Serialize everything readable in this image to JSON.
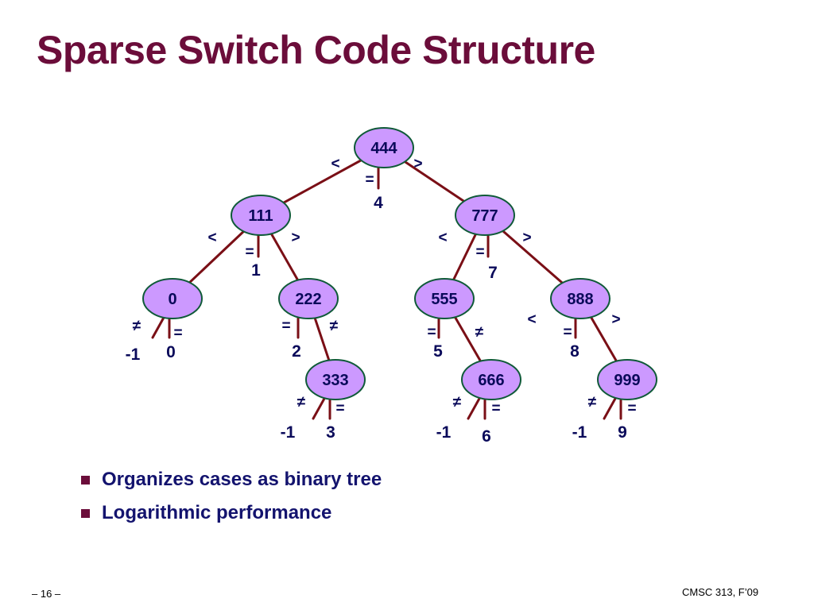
{
  "title": "Sparse Switch Code Structure",
  "colors": {
    "title": "#6b0d3a",
    "node_fill": "#cc99ff",
    "node_stroke": "#0f5a38",
    "edge": "#7a0f16",
    "text": "#0a0a5a",
    "bullet": "#6b0d3a"
  },
  "tree": {
    "nodes": [
      {
        "id": "n444",
        "label": "444"
      },
      {
        "id": "n111",
        "label": "111"
      },
      {
        "id": "n777",
        "label": "777"
      },
      {
        "id": "n0",
        "label": "0"
      },
      {
        "id": "n222",
        "label": "222"
      },
      {
        "id": "n555",
        "label": "555"
      },
      {
        "id": "n888",
        "label": "888"
      },
      {
        "id": "n333",
        "label": "333"
      },
      {
        "id": "n666",
        "label": "666"
      },
      {
        "id": "n999",
        "label": "999"
      }
    ],
    "symbols": {
      "lt": "<",
      "gt": ">",
      "eq": "=",
      "ne": "≠"
    },
    "results": {
      "r4": "4",
      "r1": "1",
      "r7": "7",
      "r0_neq": "-1",
      "r0_eq": "0",
      "r2": "2",
      "r5": "5",
      "r8": "8",
      "r333_neq": "-1",
      "r333_eq": "3",
      "r666_neq": "-1",
      "r666_eq": "6",
      "r999_neq": "-1",
      "r999_eq": "9"
    }
  },
  "bullets": [
    "Organizes cases as binary tree",
    "Logarithmic performance"
  ],
  "footer": {
    "page": "– 16 –",
    "course": "CMSC 313, F’09"
  }
}
